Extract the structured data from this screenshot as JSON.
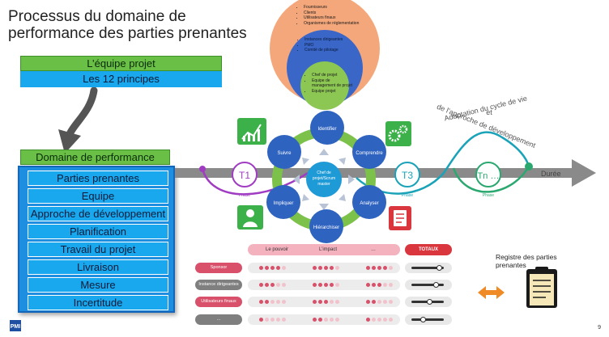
{
  "title": {
    "line1": "Processus du domaine de",
    "line2": "performance des parties prenantes"
  },
  "left": {
    "team": "L’équipe projet",
    "principles": "Les 12 principes",
    "domain_header": "Domaine de performance",
    "domains": [
      "Parties prenantes",
      "Equipe",
      "Approche de développement",
      "Planification",
      "Travail du projet",
      "Livraison",
      "Mesure",
      "Incertitude"
    ]
  },
  "onion": {
    "outer": [
      "Fournisseurs",
      "Clients",
      "Utilisateurs finaux",
      "Organismes de réglementation"
    ],
    "middle": [
      "Instances dirigeantes",
      "PMO",
      "Comité de pilotage"
    ],
    "inner": [
      "Chef de projet",
      "Equipe de management de projet",
      "Equipe projet"
    ],
    "colors": {
      "outer": "#f4a77b",
      "middle": "#3a66c8",
      "inner": "#8cc653"
    }
  },
  "cycle": {
    "center": [
      "Chef de",
      "projet/Scrum",
      "master"
    ],
    "steps": [
      "Identifier",
      "Comprendre",
      "Analyser",
      "Hiérarchiser",
      "Impliquer",
      "Suivre"
    ]
  },
  "timeline": {
    "phases": [
      "T1",
      "T3",
      "Tn …"
    ],
    "phase_label": "Phase",
    "duration": "Durée",
    "adaptation": [
      "Adaptation du cycle de vie",
      "et",
      "de l’approche de développement"
    ]
  },
  "table": {
    "headers": [
      "Le pouvoir",
      "L’impact",
      "…"
    ],
    "totals_header": "TOTAUX",
    "rows": [
      {
        "label": "Sponsor",
        "color": "#d9506a",
        "filled": [
          4,
          4,
          4
        ],
        "knob": 0.85
      },
      {
        "label": "Instance dirigeantes",
        "color": "#7f7f7f",
        "filled": [
          3,
          4,
          3
        ],
        "knob": 0.75
      },
      {
        "label": "Utilisateurs finaux",
        "color": "#d9506a",
        "filled": [
          2,
          3,
          2
        ],
        "knob": 0.55
      },
      {
        "label": "…",
        "color": "#7f7f7f",
        "filled": [
          1,
          2,
          1
        ],
        "knob": 0.35
      }
    ]
  },
  "registry": {
    "line1": "Registre des parties",
    "line2": "prenantes"
  },
  "page": "9",
  "logo": "PMI"
}
